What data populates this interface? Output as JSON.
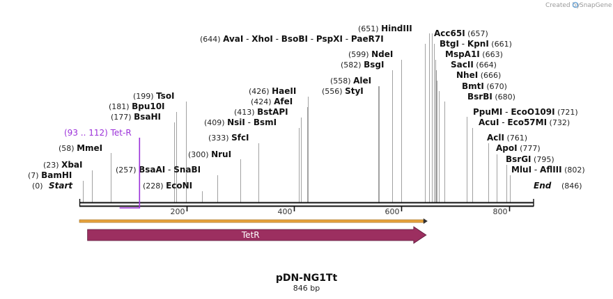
{
  "header": {
    "created_by": "Created by",
    "brand": "SnapGene"
  },
  "map": {
    "name": "pDN-NG1Tt",
    "length_label": "846 bp",
    "length": 846,
    "start_label": "Start",
    "start_pos": "(0)",
    "end_label": "End",
    "end_pos": "(846)",
    "axis_ticks": [
      200,
      400,
      600,
      800
    ],
    "colors": {
      "feature": "#9c2f60",
      "ruler": "#e8a33d",
      "primer": "#9b30d9"
    }
  },
  "sites": [
    {
      "name": "BamHI",
      "pos": 7
    },
    {
      "name": "XbaI",
      "pos": 23
    },
    {
      "name": "MmeI",
      "pos": 58
    },
    {
      "name": "BsaHI",
      "pos": 177
    },
    {
      "name": "Bpu10I",
      "pos": 181
    },
    {
      "name": "TsoI",
      "pos": 199
    },
    {
      "name": "EcoNI",
      "pos": 228
    },
    {
      "name": "BsaAI",
      "pos": 257,
      "group": "SnaBI"
    },
    {
      "name": "NruI",
      "pos": 300
    },
    {
      "name": "SfcI",
      "pos": 333
    },
    {
      "name": "NsiI",
      "pos": 409,
      "group": "BsmI"
    },
    {
      "name": "BstAPI",
      "pos": 413
    },
    {
      "name": "AfeI",
      "pos": 424
    },
    {
      "name": "HaeII",
      "pos": 426
    },
    {
      "name": "StyI",
      "pos": 556
    },
    {
      "name": "AleI",
      "pos": 558
    },
    {
      "name": "BsgI",
      "pos": 582
    },
    {
      "name": "NdeI",
      "pos": 599
    },
    {
      "name": "AvaI",
      "pos": 644,
      "group": "XhoI - BsoBI - PspXI - PaeR7I"
    },
    {
      "name": "HindIII",
      "pos": 651
    },
    {
      "name": "Acc65I",
      "pos": 657
    },
    {
      "name": "BtgI",
      "pos": 661,
      "group": "KpnI"
    },
    {
      "name": "MspA1I",
      "pos": 663
    },
    {
      "name": "SacII",
      "pos": 664
    },
    {
      "name": "NheI",
      "pos": 666
    },
    {
      "name": "BmtI",
      "pos": 670
    },
    {
      "name": "BsrBI",
      "pos": 680
    },
    {
      "name": "PpuMI",
      "pos": 721,
      "group": "EcoO109I"
    },
    {
      "name": "AcuI",
      "pos": 732,
      "group": "Eco57MI"
    },
    {
      "name": "AclI",
      "pos": 761
    },
    {
      "name": "ApoI",
      "pos": 777
    },
    {
      "name": "BsrGI",
      "pos": 795
    },
    {
      "name": "MluI",
      "pos": 802,
      "group": "AflIII"
    }
  ],
  "labels": [
    {
      "pos_text": "(7)",
      "names": [
        "BamHI"
      ]
    },
    {
      "pos_text": "(23)",
      "names": [
        "XbaI"
      ]
    },
    {
      "pos_text": "(58)",
      "names": [
        "MmeI"
      ]
    },
    {
      "pos_text": "(177)",
      "names": [
        "BsaHI"
      ]
    },
    {
      "pos_text": "(181)",
      "names": [
        "Bpu10I"
      ]
    },
    {
      "pos_text": "(199)",
      "names": [
        "TsoI"
      ]
    },
    {
      "pos_text": "(228)",
      "names": [
        "EcoNI"
      ]
    },
    {
      "pos_text": "(257)",
      "names": [
        "BsaAI",
        "SnaBI"
      ]
    },
    {
      "pos_text": "(300)",
      "names": [
        "NruI"
      ]
    },
    {
      "pos_text": "(333)",
      "names": [
        "SfcI"
      ]
    },
    {
      "pos_text": "(409)",
      "names": [
        "NsiI",
        "BsmI"
      ]
    },
    {
      "pos_text": "(413)",
      "names": [
        "BstAPI"
      ]
    },
    {
      "pos_text": "(424)",
      "names": [
        "AfeI"
      ]
    },
    {
      "pos_text": "(426)",
      "names": [
        "HaeII"
      ]
    },
    {
      "pos_text": "(556)",
      "names": [
        "StyI"
      ]
    },
    {
      "pos_text": "(558)",
      "names": [
        "AleI"
      ]
    },
    {
      "pos_text": "(582)",
      "names": [
        "BsgI"
      ]
    },
    {
      "pos_text": "(599)",
      "names": [
        "NdeI"
      ]
    },
    {
      "pos_text": "(644)",
      "names": [
        "AvaI",
        "XhoI",
        "BsoBI",
        "PspXI",
        "PaeR7I"
      ]
    },
    {
      "pos_text": "(651)",
      "names": [
        "HindIII"
      ]
    },
    {
      "pos_text": "(657)",
      "names": [
        "Acc65I"
      ]
    },
    {
      "pos_text": "(661)",
      "names": [
        "BtgI",
        "KpnI"
      ]
    },
    {
      "pos_text": "(663)",
      "names": [
        "MspA1I"
      ]
    },
    {
      "pos_text": "(664)",
      "names": [
        "SacII"
      ]
    },
    {
      "pos_text": "(666)",
      "names": [
        "NheI"
      ]
    },
    {
      "pos_text": "(670)",
      "names": [
        "BmtI"
      ]
    },
    {
      "pos_text": "(680)",
      "names": [
        "BsrBI"
      ]
    },
    {
      "pos_text": "(721)",
      "names": [
        "PpuMI",
        "EcoO109I"
      ]
    },
    {
      "pos_text": "(732)",
      "names": [
        "AcuI",
        "Eco57MI"
      ]
    },
    {
      "pos_text": "(761)",
      "names": [
        "AclI"
      ]
    },
    {
      "pos_text": "(777)",
      "names": [
        "ApoI"
      ]
    },
    {
      "pos_text": "(795)",
      "names": [
        "BsrGI"
      ]
    },
    {
      "pos_text": "(802)",
      "names": [
        "MluI",
        "AflIII"
      ]
    }
  ],
  "primer": {
    "name": "Tet-R",
    "range_text": "(93 .. 112)",
    "start": 93,
    "end": 112
  },
  "feature": {
    "name": "TetR",
    "start": 19,
    "end": 646
  },
  "ruler_range": [
    0,
    646
  ]
}
